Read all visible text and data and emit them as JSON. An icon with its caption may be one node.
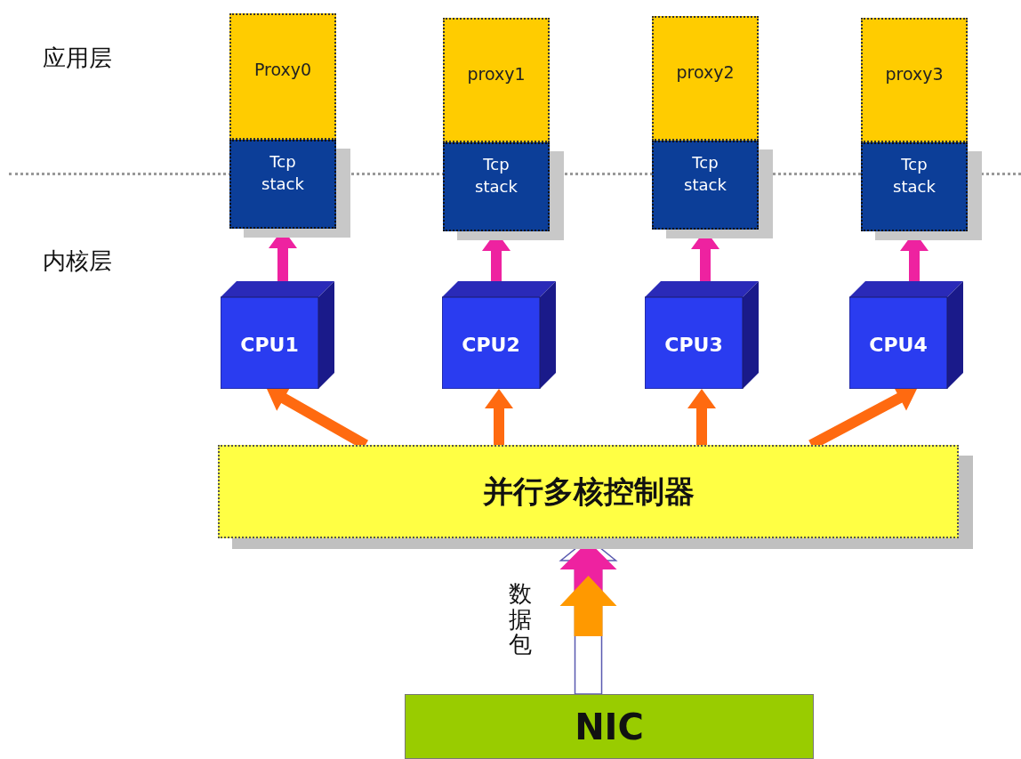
{
  "diagram": {
    "nodes": [
      {
        "text": [
          "Proxy0"
        ]
      },
      {
        "text": [
          "Tcp stack"
        ]
      },
      {
        "text": [
          "proxy1"
        ]
      },
      {
        "text": [
          "Tcp stack"
        ]
      },
      {
        "text": [
          "proxy2"
        ]
      },
      {
        "text": [
          "Tcp stack"
        ]
      },
      {
        "text": [
          "proxy3"
        ]
      },
      {
        "text": [
          "Tcp stack"
        ]
      },
      {
        "text": [
          "CPU1"
        ]
      },
      {
        "text": [
          "CPU2"
        ]
      },
      {
        "text": [
          "CPU3"
        ]
      },
      {
        "text": [
          "CPU4"
        ]
      },
      {
        "text": [
          "并行多核控制器"
        ]
      },
      {
        "text": [
          "NIC"
        ]
      }
    ],
    "edges": [
      {
        "from": 8,
        "to": 1,
        "arrow": "to",
        "color": "#ee22a0"
      },
      {
        "from": 9,
        "to": 3,
        "arrow": "to",
        "color": "#ee22a0"
      },
      {
        "from": 10,
        "to": 5,
        "arrow": "to",
        "color": "#ee22a0"
      },
      {
        "from": 11,
        "to": 7,
        "arrow": "to",
        "color": "#ee22a0"
      },
      {
        "from": 12,
        "to": 8,
        "arrow": "to",
        "color": "#ff6a10"
      },
      {
        "from": 12,
        "to": 9,
        "arrow": "to",
        "color": "#ff6a10"
      },
      {
        "from": 12,
        "to": 10,
        "arrow": "to",
        "color": "#ff6a10"
      },
      {
        "from": 12,
        "to": 11,
        "arrow": "to",
        "color": "#ff6a10"
      },
      {
        "from": 13,
        "to": 12,
        "arrow": "to",
        "label": "数据包",
        "color": "#ffffff"
      }
    ],
    "labels": [
      "应用层",
      "内核层"
    ]
  }
}
